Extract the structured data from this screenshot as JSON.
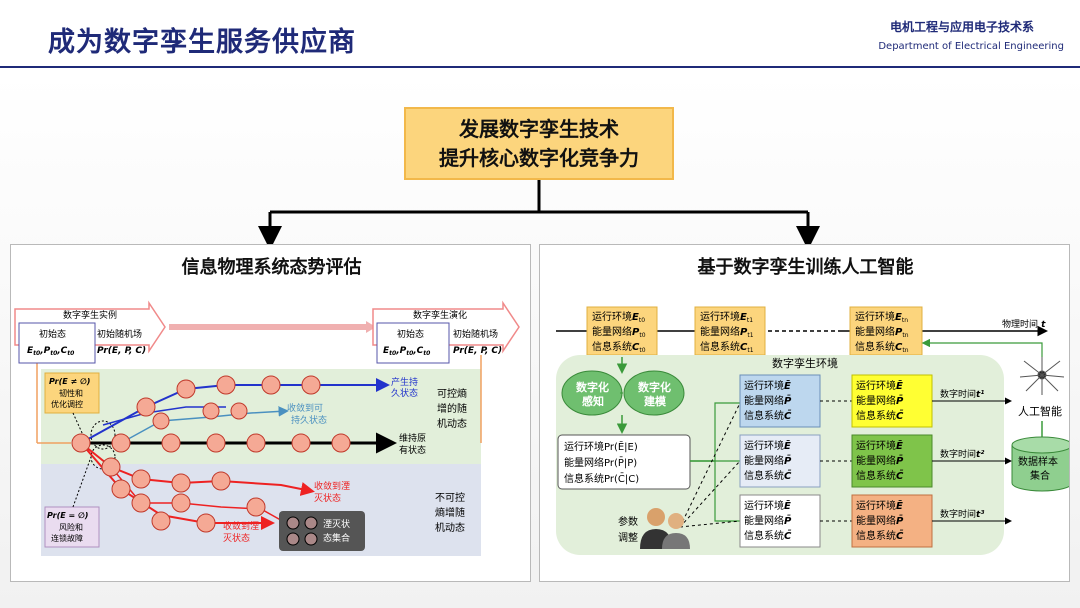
{
  "header": {
    "title": "成为数字孪生服务供应商",
    "dept_cn": "电机工程与应用电子技术系",
    "dept_en": "Department of Electrical Engineering"
  },
  "top_box": {
    "line1": "发展数字孪生技术",
    "line2": "提升核心数字化竞争力"
  },
  "left_panel": {
    "title": "信息物理系统态势评估",
    "instance_label": "数字孪生实例",
    "evolution_label": "数字孪生演化",
    "initial_state": "初始态",
    "initial_random_field": "初始随机场",
    "init_vars": "E",
    "pr_epc": "Pr(E, P, C)",
    "pr_nonempty": "Pr(E ≠ ∅)",
    "resilience_note_1": "韧性和",
    "resilience_note_2": "优化调控",
    "pr_empty": "Pr(E = ∅)",
    "risk_note_1": "风险和",
    "risk_note_2": "连锁故障",
    "persistent_1": "产生持",
    "persistent_2": "久状态",
    "converge_persist_1": "收敛到可",
    "converge_persist_2": "持久状态",
    "maintain_1": "维持原",
    "maintain_2": "有状态",
    "controllable_1": "可控熵",
    "controllable_2": "增的随",
    "controllable_3": "机动态",
    "converge_dead_1": "收敛到湮",
    "converge_dead_2": "灭状态",
    "converge_dead_b1": "收敛到湮",
    "converge_dead_b2": "灭状态",
    "dead_set_1": "湮灭状",
    "dead_set_2": "态集合",
    "uncontrollable_1": "不可控",
    "uncontrollable_2": "熵增随",
    "uncontrollable_3": "机动态"
  },
  "right_panel": {
    "title": "基于数字孪生训练人工智能",
    "env_run": "运行环境",
    "env_energy": "能量网络",
    "env_info": "信息系统",
    "physical_time": "物理时间",
    "twin_env": "数字孪生环境",
    "sense_1": "数字化",
    "sense_2": "感知",
    "model_1": "数字化",
    "model_2": "建模",
    "pr_run": "运行环境Pr(Ē|E)",
    "pr_energy": "能量网络Pr(P̄|P)",
    "pr_info": "信息系统Pr(C̄|C)",
    "param_1": "参数",
    "param_2": "调整",
    "digital_time": "数字时间",
    "ai": "人工智能",
    "dataset_1": "数据样本",
    "dataset_2": "集合"
  },
  "colors": {
    "navy": "#1f2a78",
    "gold": "#fcd57d",
    "node": "#f5a995",
    "blue_path": "#2233cc",
    "red_path": "#ee2222",
    "teal_path": "#4a90c0",
    "green_zone": "#e2efda",
    "blue_zone": "#dde2ee"
  }
}
